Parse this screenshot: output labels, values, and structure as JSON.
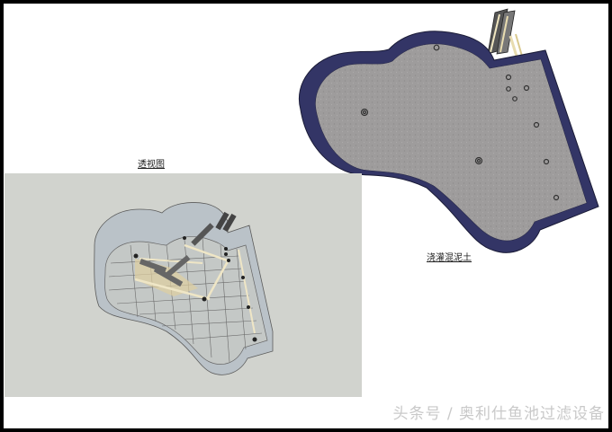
{
  "captions": {
    "perspective": "透视图",
    "concrete_pour": "浇灌混泥土"
  },
  "watermark": {
    "text": "头条号 / 奥利仕鱼池过滤设备"
  },
  "colors": {
    "frame_border": "#000000",
    "page_background": "#ffffff",
    "viewport_background": "#d1d3ce",
    "pool_rim": "#333566",
    "concrete_floor": "#9d9b9b",
    "glass_wall": "#b9c2c8",
    "pipe_cream": "#e8dcb0"
  },
  "views": [
    {
      "id": "perspective-view",
      "label_ref": "captions.perspective"
    },
    {
      "id": "concrete-plan-view",
      "label_ref": "captions.concrete_pour"
    }
  ]
}
